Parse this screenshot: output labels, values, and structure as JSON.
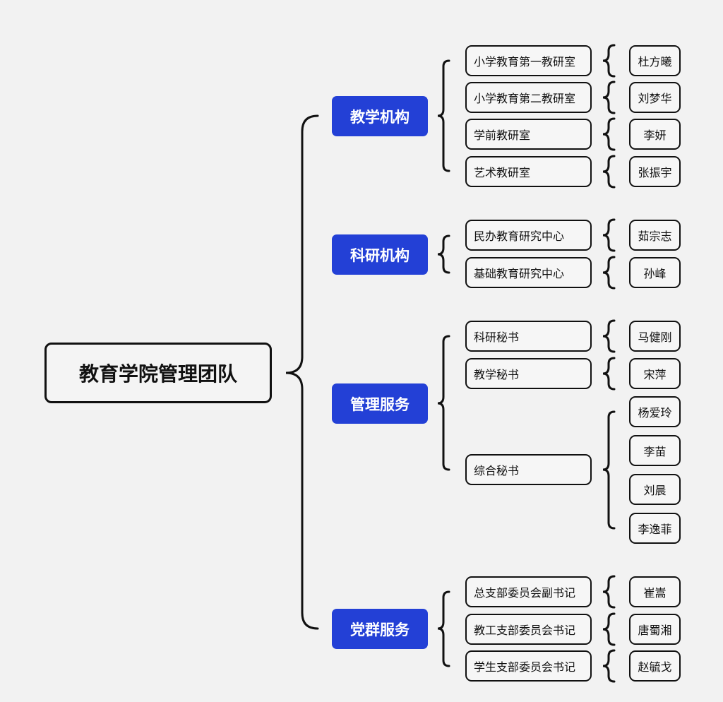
{
  "root": "教育学院管理团队",
  "categories": [
    {
      "label": "教学机构",
      "units": [
        {
          "label": "小学教育第一教研室",
          "people": [
            "杜方曦"
          ]
        },
        {
          "label": "小学教育第二教研室",
          "people": [
            "刘梦华"
          ]
        },
        {
          "label": "学前教研室",
          "people": [
            "李妍"
          ]
        },
        {
          "label": "艺术教研室",
          "people": [
            "张振宇"
          ]
        }
      ]
    },
    {
      "label": "科研机构",
      "units": [
        {
          "label": "民办教育研究中心",
          "people": [
            "茹宗志"
          ]
        },
        {
          "label": "基础教育研究中心",
          "people": [
            "孙峰"
          ]
        }
      ]
    },
    {
      "label": "管理服务",
      "units": [
        {
          "label": "科研秘书",
          "people": [
            "马健刚"
          ]
        },
        {
          "label": "教学秘书",
          "people": [
            "宋萍"
          ]
        },
        {
          "label": "综合秘书",
          "people": [
            "杨爱玲",
            "李苗",
            "刘晨",
            "李逸菲"
          ]
        }
      ]
    },
    {
      "label": "党群服务",
      "units": [
        {
          "label": "总支部委员会副书记",
          "people": [
            "崔嵩"
          ]
        },
        {
          "label": "教工支部委员会书记",
          "people": [
            "唐蜀湘"
          ]
        },
        {
          "label": "学生支部委员会书记",
          "people": [
            "赵毓戈"
          ]
        }
      ]
    }
  ]
}
